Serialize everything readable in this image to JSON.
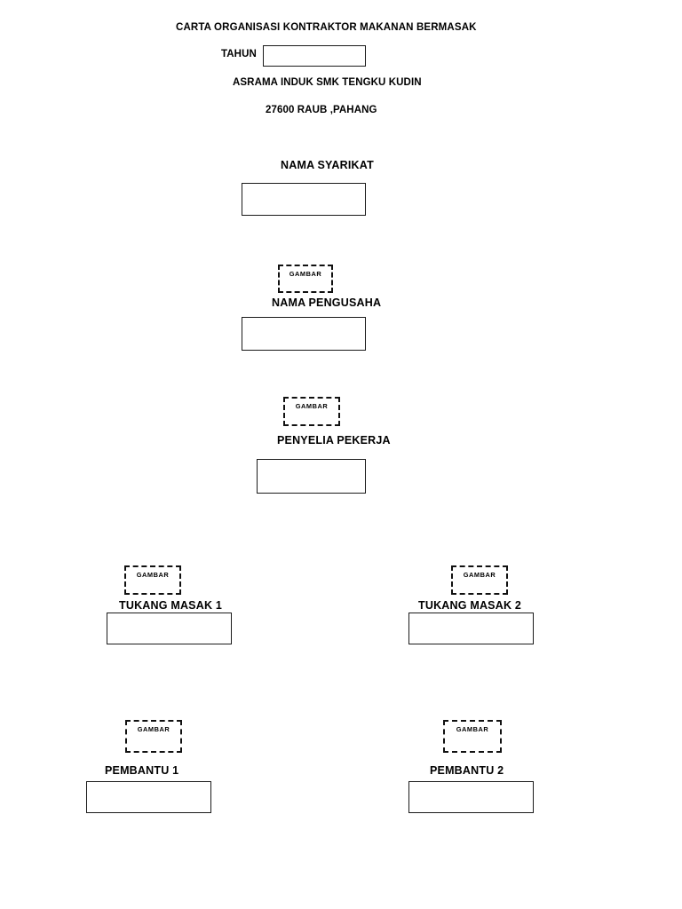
{
  "document": {
    "title_line": "CARTA ORGANISASI KONTRAKTOR  MAKANAN BERMASAK",
    "tahun_label": "TAHUN",
    "tahun_value": "",
    "institution": "ASRAMA INDUK SMK TENGKU KUDIN",
    "address": "27600 RAUB ,PAHANG"
  },
  "placeholder_label": "GAMBAR",
  "nodes": [
    {
      "id": "nama-syarikat",
      "label": "NAMA SYARIKAT",
      "value": "",
      "has_photo": false
    },
    {
      "id": "nama-pengusaha",
      "label": "NAMA PENGUSAHA",
      "value": "",
      "has_photo": true
    },
    {
      "id": "penyelia-pekerja",
      "label": "PENYELIA PEKERJA",
      "value": "",
      "has_photo": true
    },
    {
      "id": "tukang-masak-1",
      "label": "TUKANG MASAK 1",
      "value": "",
      "has_photo": true
    },
    {
      "id": "tukang-masak-2",
      "label": "TUKANG MASAK 2",
      "value": "",
      "has_photo": true
    },
    {
      "id": "pembantu-1",
      "label": "PEMBANTU 1",
      "value": "",
      "has_photo": true
    },
    {
      "id": "pembantu-2",
      "label": "PEMBANTU 2",
      "value": "",
      "has_photo": true
    }
  ],
  "colors": {
    "page_background": "#ffffff",
    "text": "#000000",
    "field_border": "#1a1a1a",
    "placeholder_border": "#111111"
  }
}
